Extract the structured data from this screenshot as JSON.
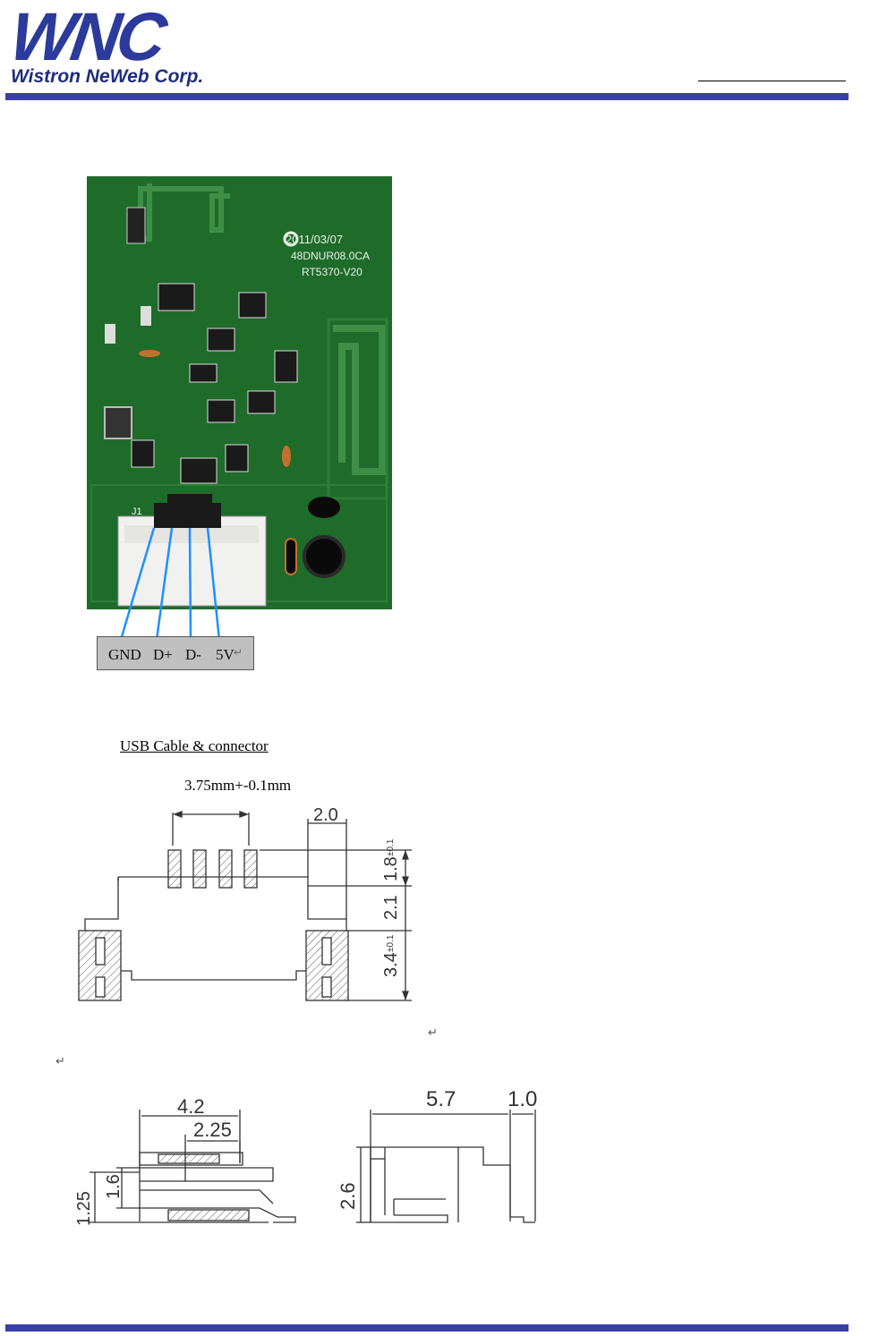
{
  "header": {
    "logo_mark": "WNC",
    "logo_company": "Wistron NeWeb Corp."
  },
  "pcb": {
    "date_mark": "2011/03/07",
    "code": "48DNUR08.0CA",
    "model": "RT5370-V20",
    "connector_ref": "J1"
  },
  "pins": {
    "labels": [
      "GND",
      "D+",
      "D-",
      "5V"
    ],
    "end_mark": "↵"
  },
  "section": {
    "title": "USB Cable & connector",
    "pitch": "3.75mm+-0.1mm",
    "mark": "↵"
  },
  "drawing_top": {
    "dim_width": "2.0",
    "dim_1": "1.8",
    "dim_1_tol": "±0.1",
    "dim_2": "2.1",
    "dim_3": "3.4",
    "dim_3_tol": "±0.1"
  },
  "drawing_front": {
    "dim_4_2": "4.2",
    "dim_2_25": "2.25",
    "dim_1_6": "1.6",
    "dim_1_25": "1.25"
  },
  "drawing_side": {
    "dim_5_7": "5.7",
    "dim_1_0": "1.0",
    "dim_2_6": "2.6"
  },
  "colors": {
    "brand_blue": "#2b3a9b",
    "rule_blue": "#3a3fa6",
    "pcb_green": "#1f6b2a",
    "lead_blue": "#1e90ff"
  }
}
